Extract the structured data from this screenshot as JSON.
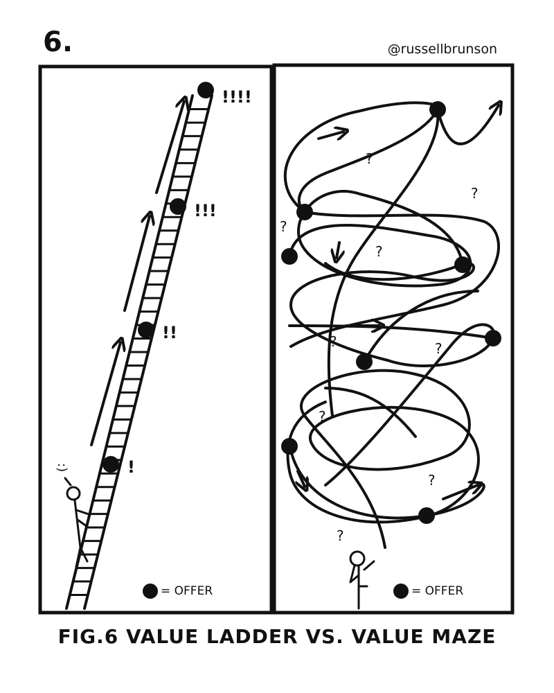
{
  "header": {
    "number": "6.",
    "handle": "@russellbrunson"
  },
  "caption": "FIG.6  VALUE LADDER  VS.  VALUE MAZE",
  "left_panel": {
    "legend_label": "= OFFER",
    "ladder_marks": [
      "!",
      "!!",
      "!!!",
      "!!!!"
    ],
    "smiley": ":)"
  },
  "right_panel": {
    "legend_label": "= OFFER",
    "question_mark": "?"
  },
  "colors": {
    "ink": "#111111",
    "paper": "#ffffff"
  }
}
